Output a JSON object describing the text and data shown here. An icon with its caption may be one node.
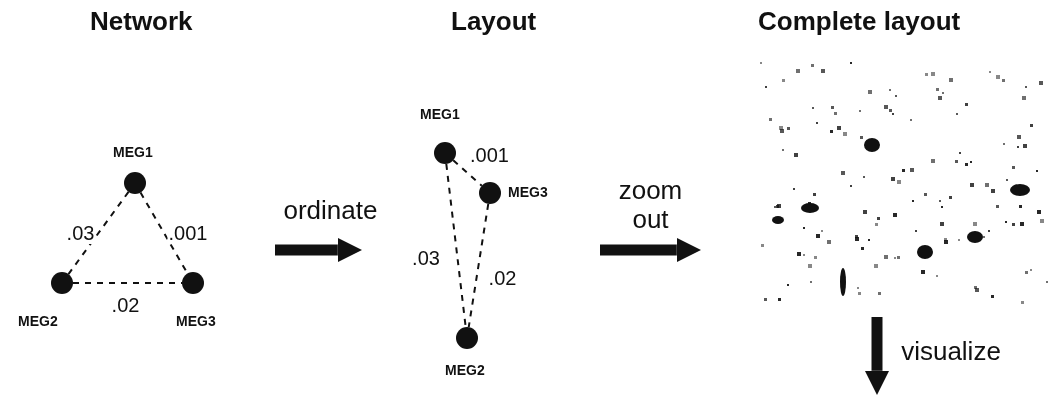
{
  "diagram": {
    "nodes": [
      {
        "text": [
          "Network"
        ]
      },
      {
        "text": [
          "MEG1"
        ],
        "in": 0
      },
      {
        "text": [
          "MEG2"
        ],
        "in": 0
      },
      {
        "text": [
          "MEG3"
        ],
        "in": 0
      },
      {
        "text": [
          "Layout"
        ]
      },
      {
        "text": [
          "MEG1"
        ],
        "in": 4
      },
      {
        "text": [
          "MEG3"
        ],
        "in": 4
      },
      {
        "text": [
          "MEG2"
        ],
        "in": 4
      },
      {
        "text": [
          "Complete layout"
        ]
      }
    ],
    "edges": [
      {
        "from": 1,
        "to": 2,
        "arrow": "none",
        "label": ".03",
        "style": "dashed"
      },
      {
        "from": 1,
        "to": 3,
        "arrow": "none",
        "label": ".001",
        "style": "dashed"
      },
      {
        "from": 2,
        "to": 3,
        "arrow": "none",
        "label": ".02",
        "style": "dashed"
      },
      {
        "from": 0,
        "to": 4,
        "arrow": "to",
        "label": "ordinate",
        "style": "thick"
      },
      {
        "from": 5,
        "to": 6,
        "arrow": "none",
        "label": ".001",
        "style": "dashed"
      },
      {
        "from": 5,
        "to": 7,
        "arrow": "none",
        "label": ".03",
        "style": "dashed"
      },
      {
        "from": 6,
        "to": 7,
        "arrow": "none",
        "label": ".02",
        "style": "dashed"
      },
      {
        "from": 4,
        "to": 8,
        "arrow": "to",
        "label": "zoom out",
        "style": "thick"
      },
      {
        "from": 8,
        "to": null,
        "arrow": "to",
        "label": "visualize",
        "style": "thick"
      }
    ]
  }
}
